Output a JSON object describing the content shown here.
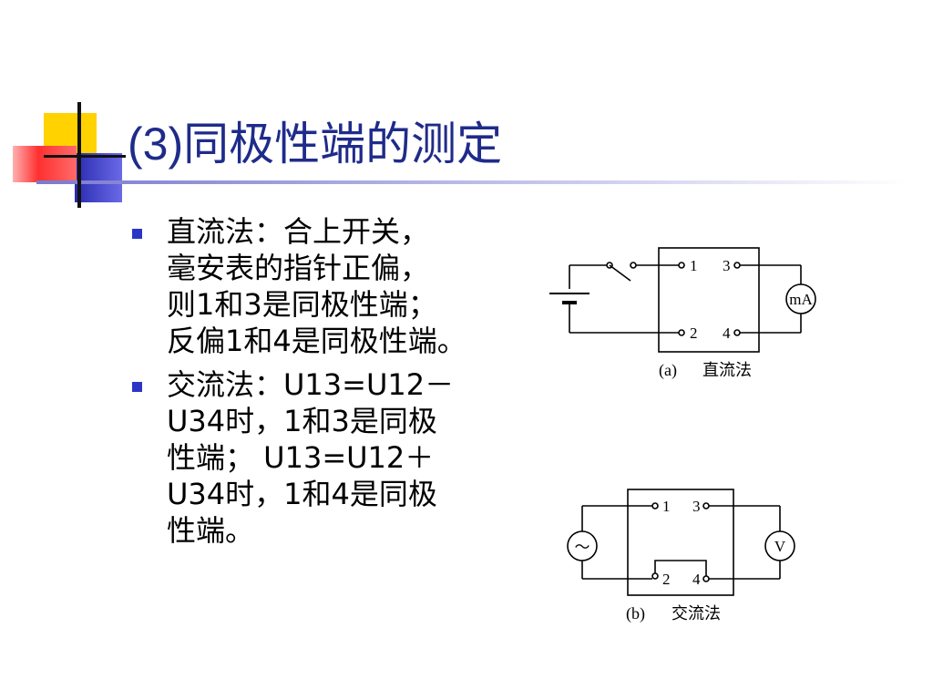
{
  "slide": {
    "title_number": "(3)",
    "title_text": "同极性端的测定"
  },
  "bullets": [
    {
      "lines": [
        "直流法：合上开关，",
        "毫安表的指针正偏，",
        "则1和3是同极性端；",
        "反偏1和4是同极性端。"
      ]
    },
    {
      "lines": [
        "交流法：U13=U12－",
        "U34时，1和3是同极",
        "性端； U13=U12＋",
        "U34时，1和4是同极",
        "性端。"
      ]
    }
  ],
  "diagram_a": {
    "terminals": [
      "1",
      "2",
      "3",
      "4"
    ],
    "meter_label": "mA",
    "caption_tag": "(a)",
    "caption_text": "直流法"
  },
  "diagram_b": {
    "terminals": [
      "1",
      "2",
      "3",
      "4"
    ],
    "source_symbol": "～",
    "meter_label": "V",
    "caption_tag": "(b)",
    "caption_text": "交流法"
  },
  "colors": {
    "title": "#1f2b8a",
    "bullet": "#2c36c4",
    "deco_yellow": "#ffd200",
    "deco_red": "#ff2a2a",
    "deco_blue": "#3232c8"
  }
}
